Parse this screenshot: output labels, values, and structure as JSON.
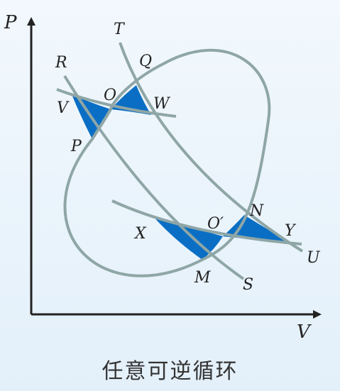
{
  "axes": {
    "x_label": "V",
    "y_label": "P"
  },
  "points": {
    "P": "P",
    "Q": "Q",
    "R": "R",
    "T": "T",
    "O": "O",
    "V": "V",
    "W": "W",
    "N": "N",
    "M": "M",
    "X": "X",
    "Y": "Y",
    "O_prime": "O′",
    "U": "U",
    "S": "S"
  },
  "caption": "任意可逆循环",
  "colors": {
    "curve": "#8fa6a6",
    "fill": "#0a6fc4",
    "axis": "#222222"
  }
}
